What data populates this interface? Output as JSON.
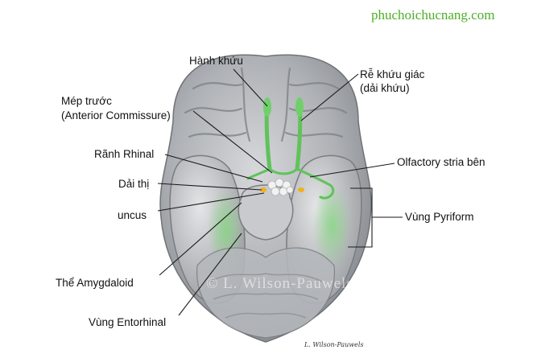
{
  "watermark": "phuchoichucnang.com",
  "copyright": "© L. Wilson-Pauwels",
  "signature": "L. Wilson-Pauwels",
  "labels": {
    "hanh_khuu": "Hành khứu",
    "re_khuu_giac_1": "Rễ khứu giác",
    "re_khuu_giac_2": "(dải khứu)",
    "mep_truoc_1": "Mép trước",
    "mep_truoc_2": "(Anterior Commissure)",
    "ranh_rhinal": "Rãnh Rhinal",
    "dai_thi": "Dải thị",
    "uncus": "uncus",
    "olfactory_stria": "Olfactory stria bên",
    "vung_pyriform": "Vùng Pyriform",
    "the_amygdaloid": "Thể  Amygdaloid",
    "vung_entorhinal": "Vùng Entorhinal"
  },
  "colors": {
    "brain": "#a9acb1",
    "olfactory": "#5fc35a",
    "accent": "#f0b020",
    "watermark": "#4caf27"
  }
}
